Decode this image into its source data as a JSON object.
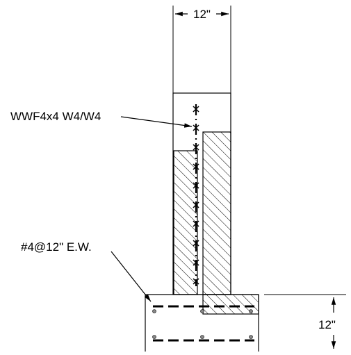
{
  "drawing": {
    "top_dimension": "12\"",
    "right_dimension": "12\"",
    "mesh_callout": "WWF4x4  W4/W4",
    "rebar_callout": "#4@12\" E.W."
  },
  "colors": {
    "line": "#000000",
    "background": "#ffffff"
  }
}
